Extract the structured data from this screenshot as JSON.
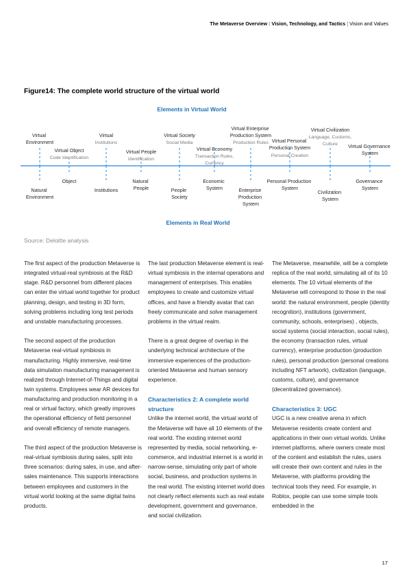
{
  "header": {
    "title": "The Metaverse Overview : Vision, Technology, and Tactics",
    "section": "Vision and Values"
  },
  "figure": {
    "title": "Figure14: The complete world structure of the virtual world",
    "top_label": "Elements in Virtual World",
    "bottom_label": "Elements in Real World",
    "virtual_elements": [
      {
        "name": "Virtual Environment",
        "lines": [
          "Virtual",
          "Environment"
        ],
        "sub": []
      },
      {
        "name": "Virtual Object",
        "lines": [
          "Virtual Object"
        ],
        "sub": [
          "Code Identification"
        ]
      },
      {
        "name": "Virtual Institutions",
        "lines": [
          "Virtual"
        ],
        "sub": [
          "Institutions"
        ]
      },
      {
        "name": "Virtual People",
        "lines": [
          "Virtual People"
        ],
        "sub": [
          "Identification"
        ]
      },
      {
        "name": "Virtual Society",
        "lines": [
          "Virtual Society"
        ],
        "sub": [
          "Social Media"
        ]
      },
      {
        "name": "Virtual Economy",
        "lines": [
          "Virtual Economy"
        ],
        "sub": [
          "Transaction Rules,",
          "Currency"
        ]
      },
      {
        "name": "Virtual Enterprise Production System",
        "lines": [
          "Virtual Enterprise",
          "Production System"
        ],
        "sub": [
          "Production Rules"
        ]
      },
      {
        "name": "Virtual Personal Production System",
        "lines": [
          "Virtual Personal",
          "Production System"
        ],
        "sub": [
          "Personal Creation"
        ]
      },
      {
        "name": "Virtual Civilization",
        "lines": [
          "Virtual Civilization"
        ],
        "sub": [
          "Language, Customs,",
          "Culture"
        ]
      },
      {
        "name": "Virtual Governance System",
        "lines": [
          "Virtual Governance",
          "System"
        ],
        "sub": []
      }
    ],
    "real_elements": [
      {
        "lines": [
          "Natural",
          "Environment"
        ]
      },
      {
        "lines": [
          "Object"
        ]
      },
      {
        "lines": [
          "Institutions"
        ]
      },
      {
        "lines": [
          "Natural",
          "People"
        ]
      },
      {
        "lines": [
          "People",
          "Society"
        ]
      },
      {
        "lines": [
          "Economic",
          "System"
        ]
      },
      {
        "lines": [
          "Enterprise",
          "Production",
          "System"
        ]
      },
      {
        "lines": [
          "Personal Production",
          "System"
        ]
      },
      {
        "lines": [
          "Civilization",
          "System"
        ]
      },
      {
        "lines": [
          "Governance",
          "System"
        ]
      }
    ]
  },
  "source": "Source: Deloitte analysis",
  "col1": {
    "p1": "The first aspect of the production Metaverse is integrated virtual-real symbiosis at the R&D stage. R&D personnel from different places can enter the virtual world together for product planning, design, and testing in 3D form, solving problems including long test periods and unstable manufacturing processes.",
    "p2": "The second aspect of the production Metaverse real-virtual symbiosis in manufacturing. Highly immersive, real-time data simulation manufacturing management is realized through Internet-of-Things and digital twin systems. Employees wear AR devices for manufacturing and production monitoring in a real or virtual factory, which greatly improves the operational efficiency of field personnel and overall efficiency of remote managers.",
    "p3": "The third aspect of the production Metaverse is real-virtual symbiosis during sales, split into three scenarios: during sales, in use, and after-sales maintenance. This supports interactions between employees and customers in the virtual world looking at the same digital twins products."
  },
  "col2": {
    "p1": "The last production Metaverse element is real-virtual symbiosis in the internal operations and management of enterprises. This enables employees to create and customize virtual offices, and have a friendly avatar that can freely communicate and solve management problems in the virtual realm.",
    "p2": "There is a great degree of overlap in the underlying technical architecture of the immersive experiences of the production-oriented Metaverse and human sensory experience.",
    "heading": "Characteristics 2: A complete world structure",
    "p3": "Unlike the internet world, the virtual world of the Metaverse will have all 10 elements of the real world. The existing internet world represented by media, social networking, e-commerce, and industrial internet is a world in narrow-sense, simulating only part of whole social, business, and production systems in the real world. The existing internet world does not clearly reflect elements such as real estate development, government and governance, and social civilization."
  },
  "col3": {
    "p1": "The Metaverse, meanwhile, will be a complete replica of the real world, simulating all of its 10 elements. The 10 virtual elements of the Metaverse will correspond to those in the real world: the natural environment, people (identity recognition), institutions (government, community, schools, enterprises) , objects, social systems (social interaction, social rules), the economy (transaction rules, virtual currency), enterprise production (production rules), personal production (personal creations including NFT artwork), civilization (language, customs, culture), and governance (decentralized governance).",
    "heading": "Characteristics 3: UGC",
    "p2": "UGC is a new creative arena in which Metaverse residents create content and applications in their own virtual worlds. Unlike internet platforms, where owners create most of the content and establish the rules, users will create their own content and rules in the Metaverse, with platforms providing the technical tools they need. For example, in Roblox, people can use some simple tools embedded in the"
  },
  "page_number": "17",
  "colors": {
    "accent": "#1f6fb5",
    "line": "#1e88e5",
    "body_text": "#231f20",
    "muted": "#8a8a8a"
  }
}
